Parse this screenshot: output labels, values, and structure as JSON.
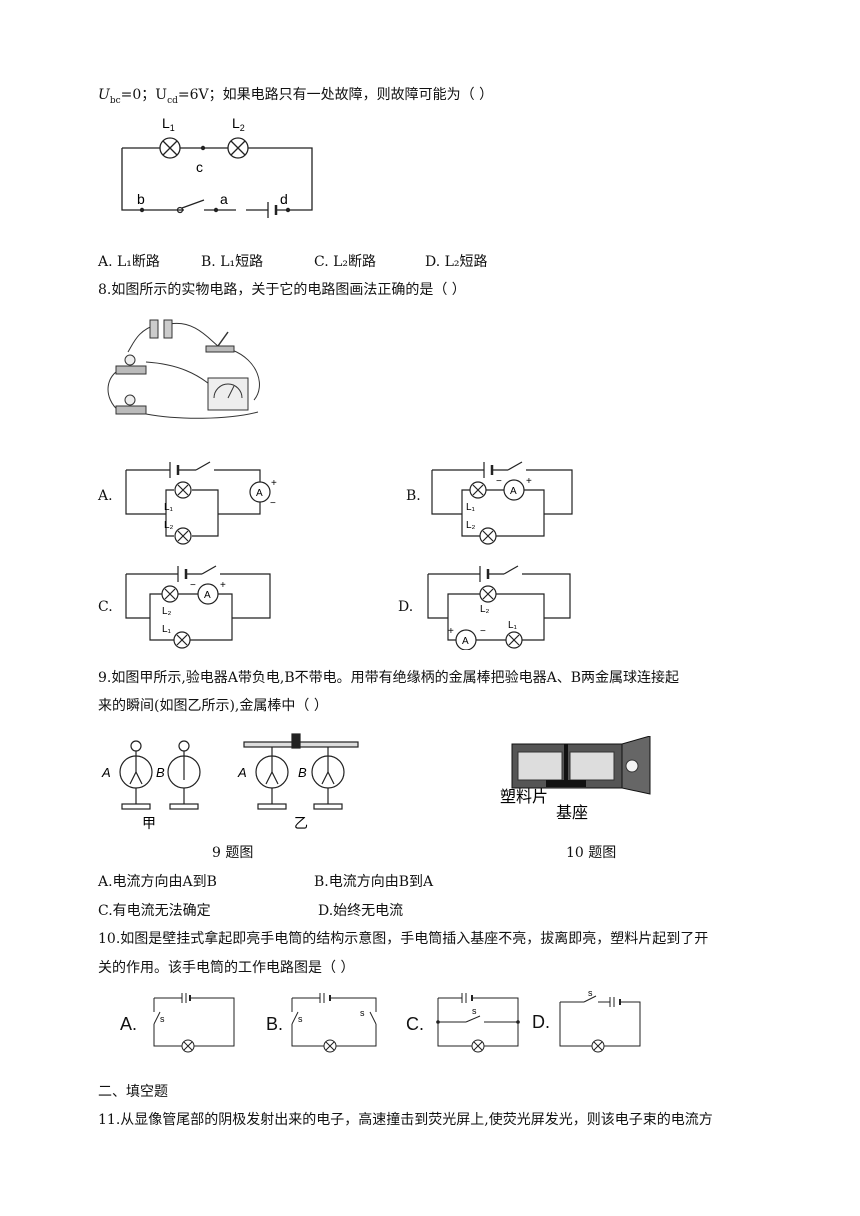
{
  "q7": {
    "stem_tail": "=0；U",
    "stem_tail_2": "=6V；如果电路只有一处故障，则故障可能为（ ）",
    "sub_bc": "bc",
    "sub_cd": "cd",
    "U": "U",
    "fig_labels": {
      "L1": "L",
      "L2": "L",
      "s1": "1",
      "s2": "2",
      "c": "c",
      "b": "b",
      "a": "a",
      "d": "d"
    },
    "options": [
      "A. L₁断路",
      "B. L₁短路",
      "C. L₂断路",
      "D. L₂短路"
    ]
  },
  "q8": {
    "stem": "8.如图所示的实物电路，关于它的电路图画法正确的是（ ）",
    "opt_labels": [
      "A.",
      "B.",
      "C.",
      "D."
    ]
  },
  "q9": {
    "stem_1": "9.如图甲所示,验电器A带负电,B不带电。用带有绝缘柄的金属棒把验电器A、B两金属球连接起",
    "stem_2": "来的瞬间(如图乙所示),金属棒中（ ）",
    "fig_jia": "甲",
    "fig_yi": "乙",
    "caption": "9 题图",
    "options": [
      "A.电流方向由A到B",
      "B.电流方向由B到A",
      "C.有电流无法确定",
      "D.始终无电流"
    ]
  },
  "q10": {
    "caption": "10 题图",
    "label_plastic": "塑料片",
    "label_base": "基座",
    "stem_1": "10.如图是壁挂式拿起即亮手电筒的结构示意图，手电筒插入基座不亮，拔离即亮，塑料片起到了开",
    "stem_2": "关的作用。该手电筒的工作电路图是（ ）",
    "opt_labels": [
      "A.",
      "B.",
      "C.",
      "D."
    ],
    "switch_label": "s"
  },
  "section2": {
    "heading": "二、填空题",
    "q11": "11.从显像管尾部的阴极发射出来的电子，高速撞击到荧光屏上,使荧光屏发光，则该电子束的电流方"
  }
}
